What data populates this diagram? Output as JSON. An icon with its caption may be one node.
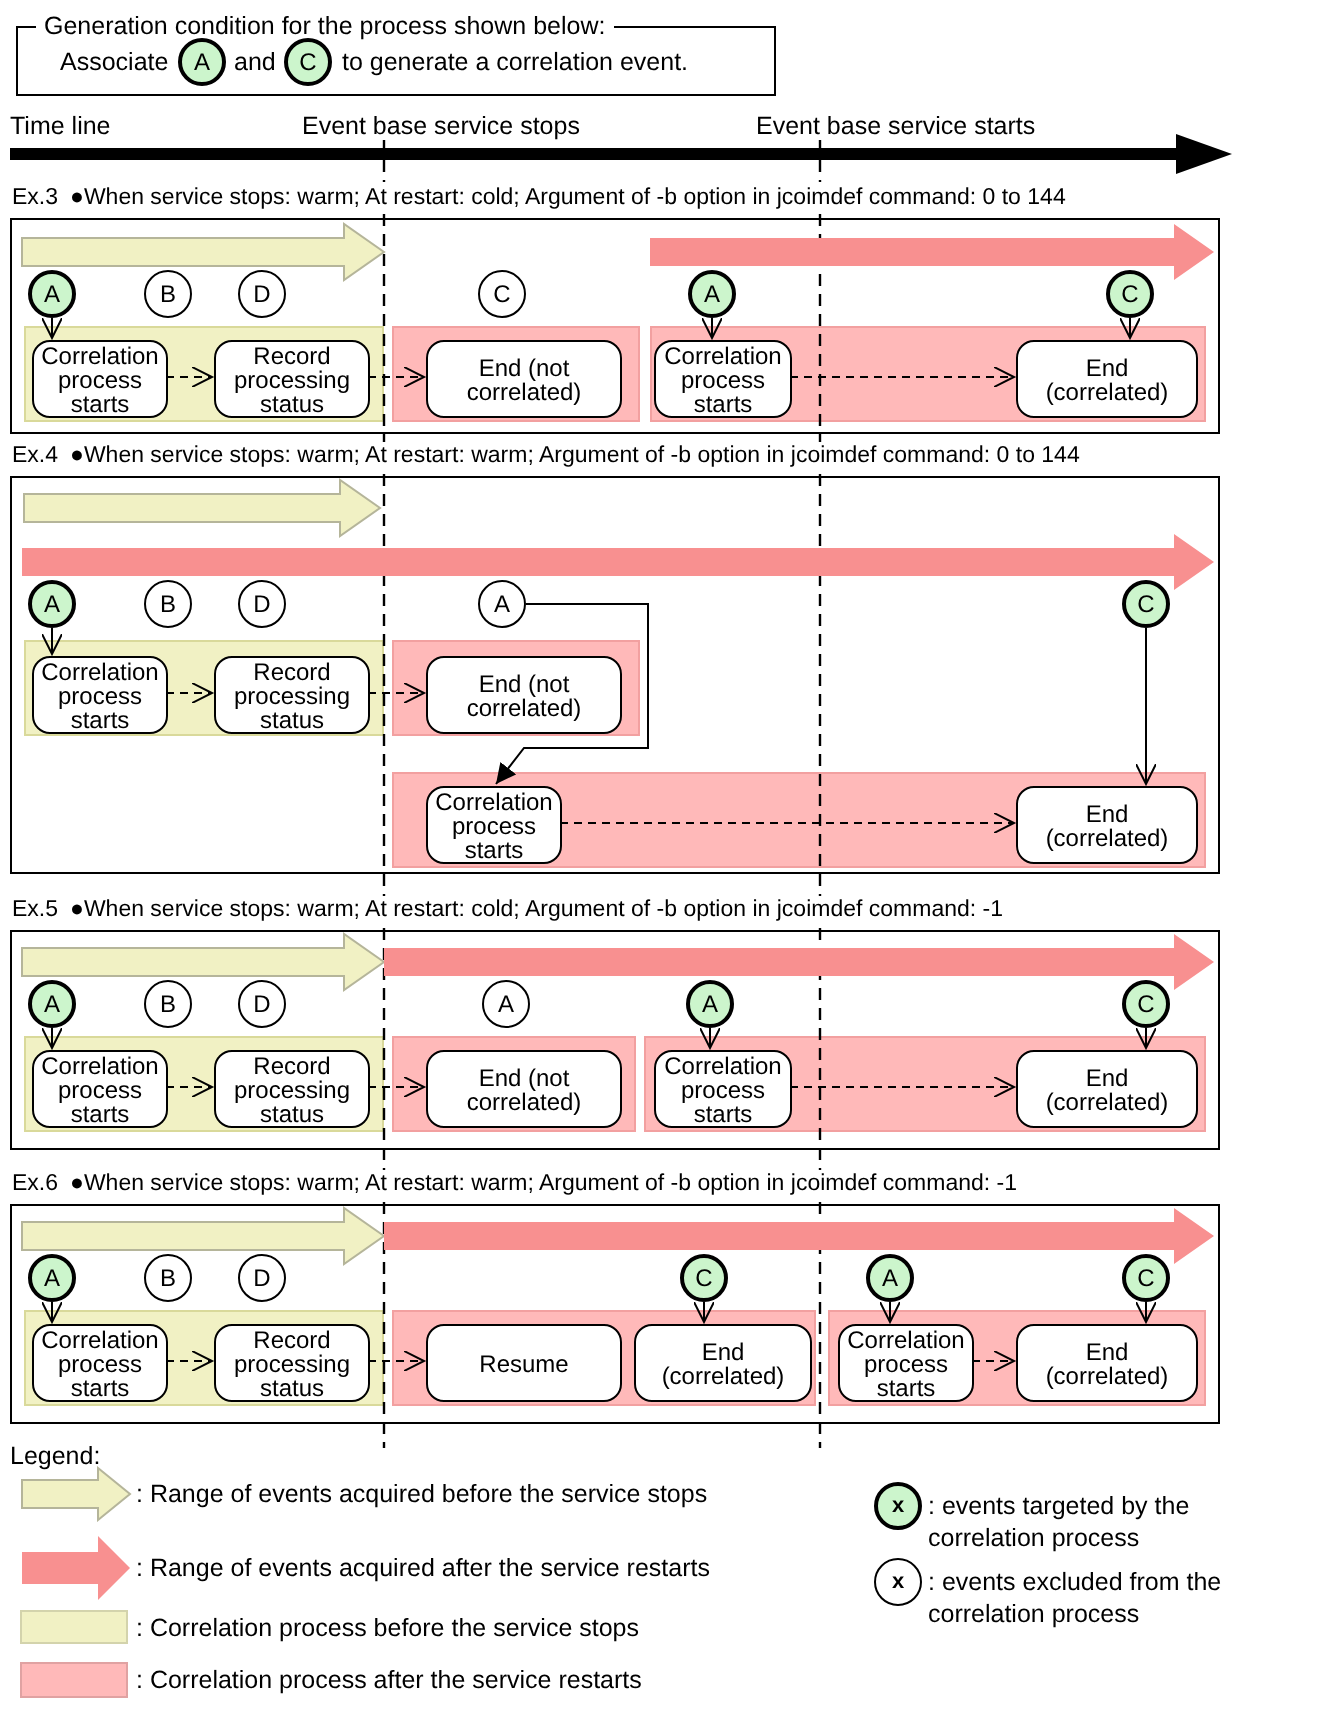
{
  "diagram": {
    "nodes": [
      {
        "text": [
          "Generation condition for the process shown below:",
          "Associate",
          "and",
          "to generate a correlation event."
        ]
      },
      {
        "text": [
          "A"
        ],
        "in": 0
      },
      {
        "text": [
          "C"
        ],
        "in": 0
      },
      {
        "text": [
          "Ex.3",
          "●When service stops: warm; At restart: cold; Argument of -b option in jcoimdef command: 0 to 144"
        ]
      },
      {
        "text": [
          "A"
        ],
        "in": 3
      },
      {
        "text": [
          "B"
        ],
        "in": 3
      },
      {
        "text": [
          "D"
        ],
        "in": 3
      },
      {
        "text": [
          "C"
        ],
        "in": 3
      },
      {
        "text": [
          "A"
        ],
        "in": 3
      },
      {
        "text": [
          "C"
        ],
        "in": 3
      },
      {
        "text": [],
        "shape": "box",
        "in": 3
      },
      {
        "text": [
          "Correlation process starts"
        ],
        "in": 10
      },
      {
        "text": [
          "Record processing status"
        ],
        "in": 10
      },
      {
        "text": [],
        "shape": "box",
        "in": 3
      },
      {
        "text": [
          "End (not correlated)"
        ],
        "in": 13
      },
      {
        "text": [],
        "shape": "box",
        "in": 3
      },
      {
        "text": [
          "Correlation process starts"
        ],
        "in": 15
      },
      {
        "text": [
          "End (correlated)"
        ],
        "in": 15
      },
      {
        "text": [
          "Ex.4",
          "●When service stops: warm; At restart: warm; Argument of -b option in jcoimdef command: 0 to 144"
        ]
      },
      {
        "text": [
          "A"
        ],
        "in": 18
      },
      {
        "text": [
          "B"
        ],
        "in": 18
      },
      {
        "text": [
          "D"
        ],
        "in": 18
      },
      {
        "text": [
          "A"
        ],
        "in": 18
      },
      {
        "text": [
          "C"
        ],
        "in": 18
      },
      {
        "text": [],
        "shape": "box",
        "in": 18
      },
      {
        "text": [
          "Correlation process starts"
        ],
        "in": 24
      },
      {
        "text": [
          "Record processing status"
        ],
        "in": 24
      },
      {
        "text": [],
        "shape": "box",
        "in": 18
      },
      {
        "text": [
          "End (not correlated)"
        ],
        "in": 27
      },
      {
        "text": [],
        "shape": "box",
        "in": 18
      },
      {
        "text": [
          "Correlation process starts"
        ],
        "in": 29
      },
      {
        "text": [
          "End (correlated)"
        ],
        "in": 29
      },
      {
        "text": [
          "Ex.5",
          "●When service stops: warm; At restart: cold; Argument of -b option in jcoimdef command: -1"
        ]
      },
      {
        "text": [
          "A"
        ],
        "in": 32
      },
      {
        "text": [
          "B"
        ],
        "in": 32
      },
      {
        "text": [
          "D"
        ],
        "in": 32
      },
      {
        "text": [
          "A"
        ],
        "in": 32
      },
      {
        "text": [
          "A"
        ],
        "in": 32
      },
      {
        "text": [
          "C"
        ],
        "in": 32
      },
      {
        "text": [],
        "shape": "box",
        "in": 32
      },
      {
        "text": [
          "Correlation process starts"
        ],
        "in": 39
      },
      {
        "text": [
          "Record processing status"
        ],
        "in": 39
      },
      {
        "text": [],
        "shape": "box",
        "in": 32
      },
      {
        "text": [
          "End (not correlated)"
        ],
        "in": 42
      },
      {
        "text": [],
        "shape": "box",
        "in": 32
      },
      {
        "text": [
          "Correlation process starts"
        ],
        "in": 44
      },
      {
        "text": [
          "End (correlated)"
        ],
        "in": 44
      },
      {
        "text": [
          "Ex.6",
          "●When service stops: warm; At restart: warm; Argument of -b option in jcoimdef command: -1"
        ]
      },
      {
        "text": [
          "A"
        ],
        "in": 47
      },
      {
        "text": [
          "B"
        ],
        "in": 47
      },
      {
        "text": [
          "D"
        ],
        "in": 47
      },
      {
        "text": [
          "C"
        ],
        "in": 47
      },
      {
        "text": [
          "A"
        ],
        "in": 47
      },
      {
        "text": [
          "C"
        ],
        "in": 47
      },
      {
        "text": [],
        "shape": "box",
        "in": 47
      },
      {
        "text": [
          "Correlation process starts"
        ],
        "in": 54
      },
      {
        "text": [
          "Record processing status"
        ],
        "in": 54
      },
      {
        "text": [],
        "shape": "box",
        "in": 47
      },
      {
        "text": [
          "Resume"
        ],
        "in": 57
      },
      {
        "text": [
          "End (correlated)"
        ],
        "in": 57
      },
      {
        "text": [],
        "shape": "box",
        "in": 47
      },
      {
        "text": [
          "Correlation process starts"
        ],
        "in": 60
      },
      {
        "text": [
          "End (correlated)"
        ],
        "in": 60
      }
    ],
    "edges": [
      {
        "from": 4,
        "to": 11,
        "arrow": "to"
      },
      {
        "from": 11,
        "to": 12,
        "arrow": "to",
        "style": "dashed"
      },
      {
        "from": 12,
        "to": 14,
        "arrow": "to",
        "style": "dashed"
      },
      {
        "from": 8,
        "to": 16,
        "arrow": "to"
      },
      {
        "from": 16,
        "to": 17,
        "arrow": "to",
        "style": "dashed"
      },
      {
        "from": 9,
        "to": 17,
        "arrow": "to"
      },
      {
        "from": 19,
        "to": 25,
        "arrow": "to"
      },
      {
        "from": 25,
        "to": 26,
        "arrow": "to",
        "style": "dashed"
      },
      {
        "from": 26,
        "to": 28,
        "arrow": "to",
        "style": "dashed"
      },
      {
        "from": 22,
        "to": 30,
        "arrow": "to"
      },
      {
        "from": 30,
        "to": 31,
        "arrow": "to",
        "style": "dashed"
      },
      {
        "from": 23,
        "to": 31,
        "arrow": "to"
      },
      {
        "from": 33,
        "to": 40,
        "arrow": "to"
      },
      {
        "from": 40,
        "to": 41,
        "arrow": "to",
        "style": "dashed"
      },
      {
        "from": 41,
        "to": 43,
        "arrow": "to",
        "style": "dashed"
      },
      {
        "from": 37,
        "to": 45,
        "arrow": "to"
      },
      {
        "from": 45,
        "to": 46,
        "arrow": "to",
        "style": "dashed"
      },
      {
        "from": 38,
        "to": 46,
        "arrow": "to"
      },
      {
        "from": 48,
        "to": 55,
        "arrow": "to"
      },
      {
        "from": 55,
        "to": 56,
        "arrow": "to",
        "style": "dashed"
      },
      {
        "from": 56,
        "to": 58,
        "arrow": "to",
        "style": "dashed"
      },
      {
        "from": 51,
        "to": 59,
        "arrow": "to"
      },
      {
        "from": 52,
        "to": 61,
        "arrow": "to"
      },
      {
        "from": 61,
        "to": 62,
        "arrow": "to",
        "style": "dashed"
      },
      {
        "from": 53,
        "to": 62,
        "arrow": "to"
      }
    ],
    "labels": [
      "Time line",
      "Event base service stops",
      "Event base service starts",
      "Legend:",
      "x",
      "x"
    ],
    "legend": [
      {
        "text": ": Range of events acquired before the service stops"
      },
      {
        "text": ": Range of events acquired after the service restarts"
      },
      {
        "text": ": Correlation process before the service stops",
        "color": "#f1f1c4"
      },
      {
        "text": ": Correlation process after the service restarts",
        "color": "#ffb9b9"
      },
      {
        "text": ": events targeted by the correlation process"
      },
      {
        "text": ": events excluded from the correlation process"
      }
    ]
  }
}
